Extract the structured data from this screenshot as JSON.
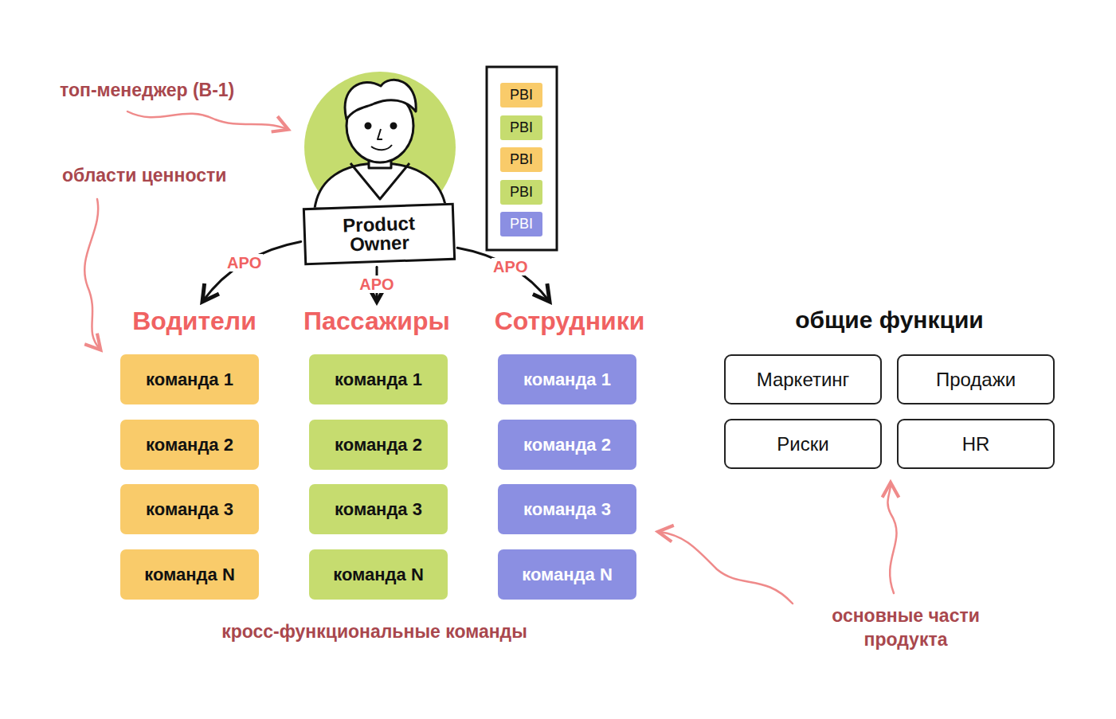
{
  "diagram": {
    "nodes": [
      {
        "text": [
          "Product Owner"
        ]
      },
      {
        "text": [
          "PBI"
        ]
      },
      {
        "text": [
          "PBI"
        ]
      },
      {
        "text": [
          "PBI"
        ]
      },
      {
        "text": [
          "PBI"
        ]
      },
      {
        "text": [
          "PBI"
        ]
      },
      {
        "text": [
          "Водители"
        ]
      },
      {
        "text": [
          "команда 1"
        ],
        "in": 6
      },
      {
        "text": [
          "команда 2"
        ],
        "in": 6
      },
      {
        "text": [
          "команда 3"
        ],
        "in": 6
      },
      {
        "text": [
          "команда N"
        ],
        "in": 6
      },
      {
        "text": [
          "Пассажиры"
        ]
      },
      {
        "text": [
          "команда 1"
        ],
        "in": 11
      },
      {
        "text": [
          "команда 2"
        ],
        "in": 11
      },
      {
        "text": [
          "команда 3"
        ],
        "in": 11
      },
      {
        "text": [
          "команда N"
        ],
        "in": 11
      },
      {
        "text": [
          "Сотрудники"
        ]
      },
      {
        "text": [
          "команда 1"
        ],
        "in": 16
      },
      {
        "text": [
          "команда 2"
        ],
        "in": 16
      },
      {
        "text": [
          "команда 3"
        ],
        "in": 16
      },
      {
        "text": [
          "команда N"
        ],
        "in": 16
      },
      {
        "text": [
          "общие функции"
        ]
      },
      {
        "text": [
          "Маркетинг"
        ],
        "in": 21
      },
      {
        "text": [
          "Продажи"
        ],
        "in": 21
      },
      {
        "text": [
          "Риски"
        ],
        "in": 21
      },
      {
        "text": [
          "HR"
        ],
        "in": 21
      }
    ],
    "edges": [
      {
        "from": 0,
        "to": 6,
        "label": "APO",
        "arrow": "to"
      },
      {
        "from": 0,
        "to": 11,
        "label": "APO",
        "arrow": "to"
      },
      {
        "from": 0,
        "to": 16,
        "label": "APO",
        "arrow": "to"
      }
    ],
    "labels": [
      "топ-менеджер (B-1)",
      "области ценности",
      "кросс-функциональные команды",
      "основные части продукта"
    ]
  }
}
